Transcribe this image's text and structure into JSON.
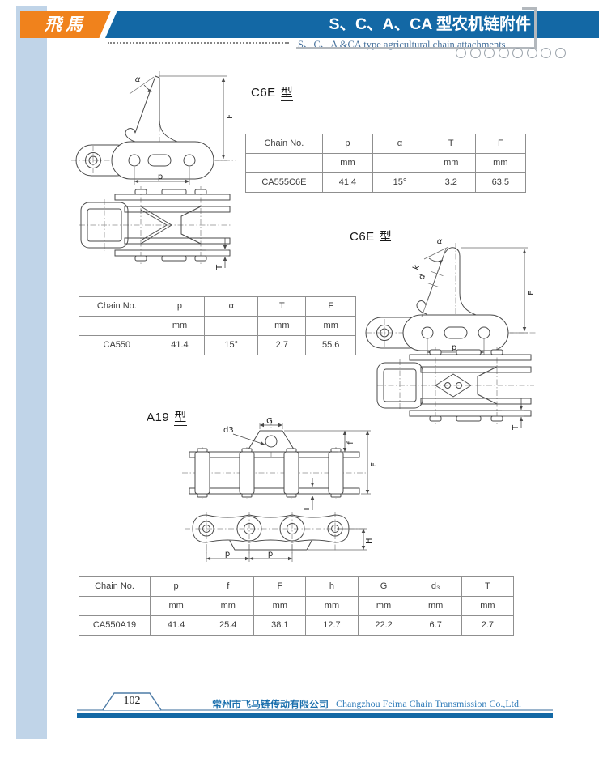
{
  "header": {
    "logo": "飛馬",
    "title": "S、C、A、CA 型农机链附件",
    "subtitle": "S、C、A &CA type agricultural chain attachments",
    "decor_circle_count": 8,
    "colors": {
      "orange": "#f0821c",
      "blue": "#1368a5",
      "strip": "#c0d4e8"
    }
  },
  "sections": {
    "c6e_top": {
      "model": "C6E",
      "type_char": "型"
    },
    "c6e_mid": {
      "model": "C6E",
      "type_char": "型"
    },
    "a19": {
      "model": "A19",
      "type_char": "型"
    }
  },
  "tables": {
    "c6e_555": {
      "rows": [
        [
          "Chain No.",
          "p",
          "α",
          "T",
          "F"
        ],
        [
          "",
          "mm",
          "",
          "mm",
          "mm"
        ],
        [
          "CA555C6E",
          "41.4",
          "15°",
          "3.2",
          "63.5"
        ]
      ]
    },
    "c6e_550": {
      "rows": [
        [
          "Chain No.",
          "p",
          "α",
          "T",
          "F"
        ],
        [
          "",
          "mm",
          "",
          "mm",
          "mm"
        ],
        [
          "CA550",
          "41.4",
          "15°",
          "2.7",
          "55.6"
        ]
      ]
    },
    "a19": {
      "rows": [
        [
          "Chain No.",
          "p",
          "f",
          "F",
          "h",
          "G",
          "d₃",
          "T"
        ],
        [
          "",
          "mm",
          "mm",
          "mm",
          "mm",
          "mm",
          "mm",
          "mm"
        ],
        [
          "CA550A19",
          "41.4",
          "25.4",
          "38.1",
          "12.7",
          "22.2",
          "6.7",
          "2.7"
        ]
      ]
    }
  },
  "drawing_labels": {
    "alpha": "α",
    "F": "F",
    "p": "p",
    "T": "T",
    "k": "k",
    "d": "d",
    "G": "G",
    "d3": "d3",
    "f": "f",
    "H": "H"
  },
  "footer": {
    "page_number": "102",
    "company_cn": "常州市飞马链传动有限公司",
    "company_en": "Changzhou Feima Chain Transmission Co.,Ltd."
  }
}
